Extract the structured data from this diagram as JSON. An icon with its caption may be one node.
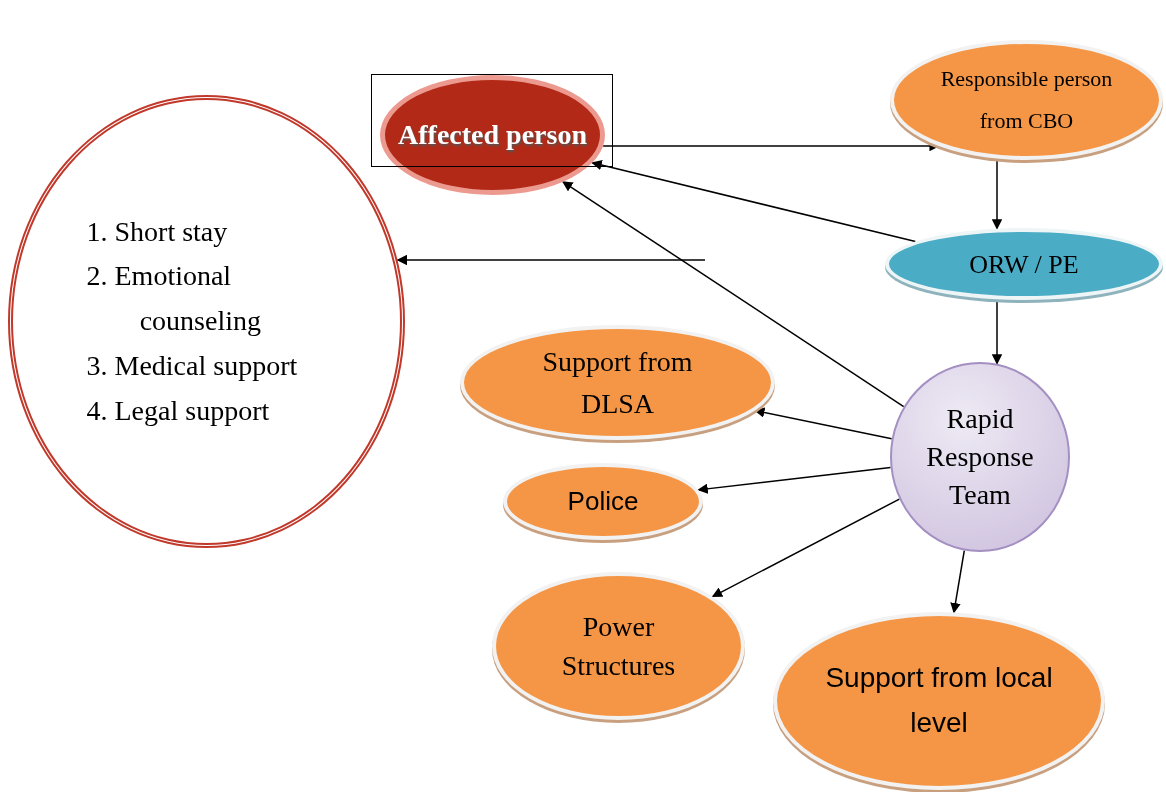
{
  "diagram": {
    "nodes": [
      {
        "text": [
          "Affected person"
        ]
      },
      {
        "text": [
          "Responsible person from CBO"
        ]
      },
      {
        "text": [
          "1. Short stay",
          "2. Emotional counseling",
          "3. Medical support",
          "4. Legal support"
        ]
      },
      {
        "text": [
          "ORW / PE"
        ]
      },
      {
        "text": [
          "Support from DLSA"
        ]
      },
      {
        "text": [
          "Police"
        ]
      },
      {
        "text": [
          "Rapid Response Team"
        ]
      },
      {
        "text": [
          "Power Structures"
        ]
      },
      {
        "text": [
          "Support from local level"
        ]
      }
    ],
    "edges": [
      {
        "from": 0,
        "to": 1,
        "arrow": "to"
      },
      {
        "from": 1,
        "to": 3,
        "arrow": "to"
      },
      {
        "from": 3,
        "to": 0,
        "arrow": "to"
      },
      {
        "from": 3,
        "to": 6,
        "arrow": "to"
      },
      {
        "from": 6,
        "to": 0,
        "arrow": "to"
      },
      {
        "from": null,
        "to": 2,
        "arrow": "to"
      },
      {
        "from": 6,
        "to": 4,
        "arrow": "to"
      },
      {
        "from": 6,
        "to": 5,
        "arrow": "to"
      },
      {
        "from": 6,
        "to": 7,
        "arrow": "to"
      },
      {
        "from": 6,
        "to": 8,
        "arrow": "to"
      }
    ]
  }
}
